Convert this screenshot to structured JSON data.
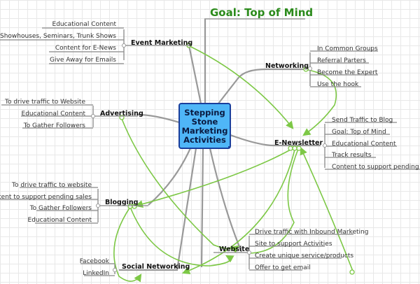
{
  "title": "Goal: Top of Mind",
  "center": {
    "lines": [
      "Stepping",
      "Stone",
      "Marketing",
      "Activities"
    ]
  },
  "branches": {
    "event_marketing": {
      "label": "Event Marketing",
      "children": [
        "Educational Content",
        "Showhouses, Seminars, Trunk Shows",
        "Content for E-News",
        "Give Away for Emails"
      ]
    },
    "advertising": {
      "label": "Advertising",
      "children": [
        "To drive traffic to Website",
        "Educational Content",
        "To Gather Followers"
      ]
    },
    "networking": {
      "label": "Networking",
      "children": [
        "In Common Groups",
        "Referral Parters",
        "Become the Expert",
        "Use the hook"
      ]
    },
    "e_newsletter": {
      "label": "E-Newsletter",
      "children": [
        "Send Traffic to Blog",
        "Goal: Top of Mind",
        "Educational Content",
        "Track results",
        "Content to support pending s"
      ]
    },
    "blogging": {
      "label": "Blogging",
      "children": [
        "To drive traffic to website",
        "Content to support pending sales",
        "To Gather Followers",
        "Educational Content"
      ]
    },
    "website": {
      "label": "Website",
      "children": [
        "Drive traffic with Inbound Marketing",
        "Site to support Activities",
        "Create unique service/products",
        "Offer to get email"
      ]
    },
    "social_networking": {
      "label": "Social Networking",
      "children": [
        "Facebook",
        "LinkedIn"
      ]
    }
  },
  "colors": {
    "center_fill": "#4fb6f7",
    "center_border": "#1a3f9c",
    "relation": "#7dc846",
    "title": "#2a8a1a"
  }
}
